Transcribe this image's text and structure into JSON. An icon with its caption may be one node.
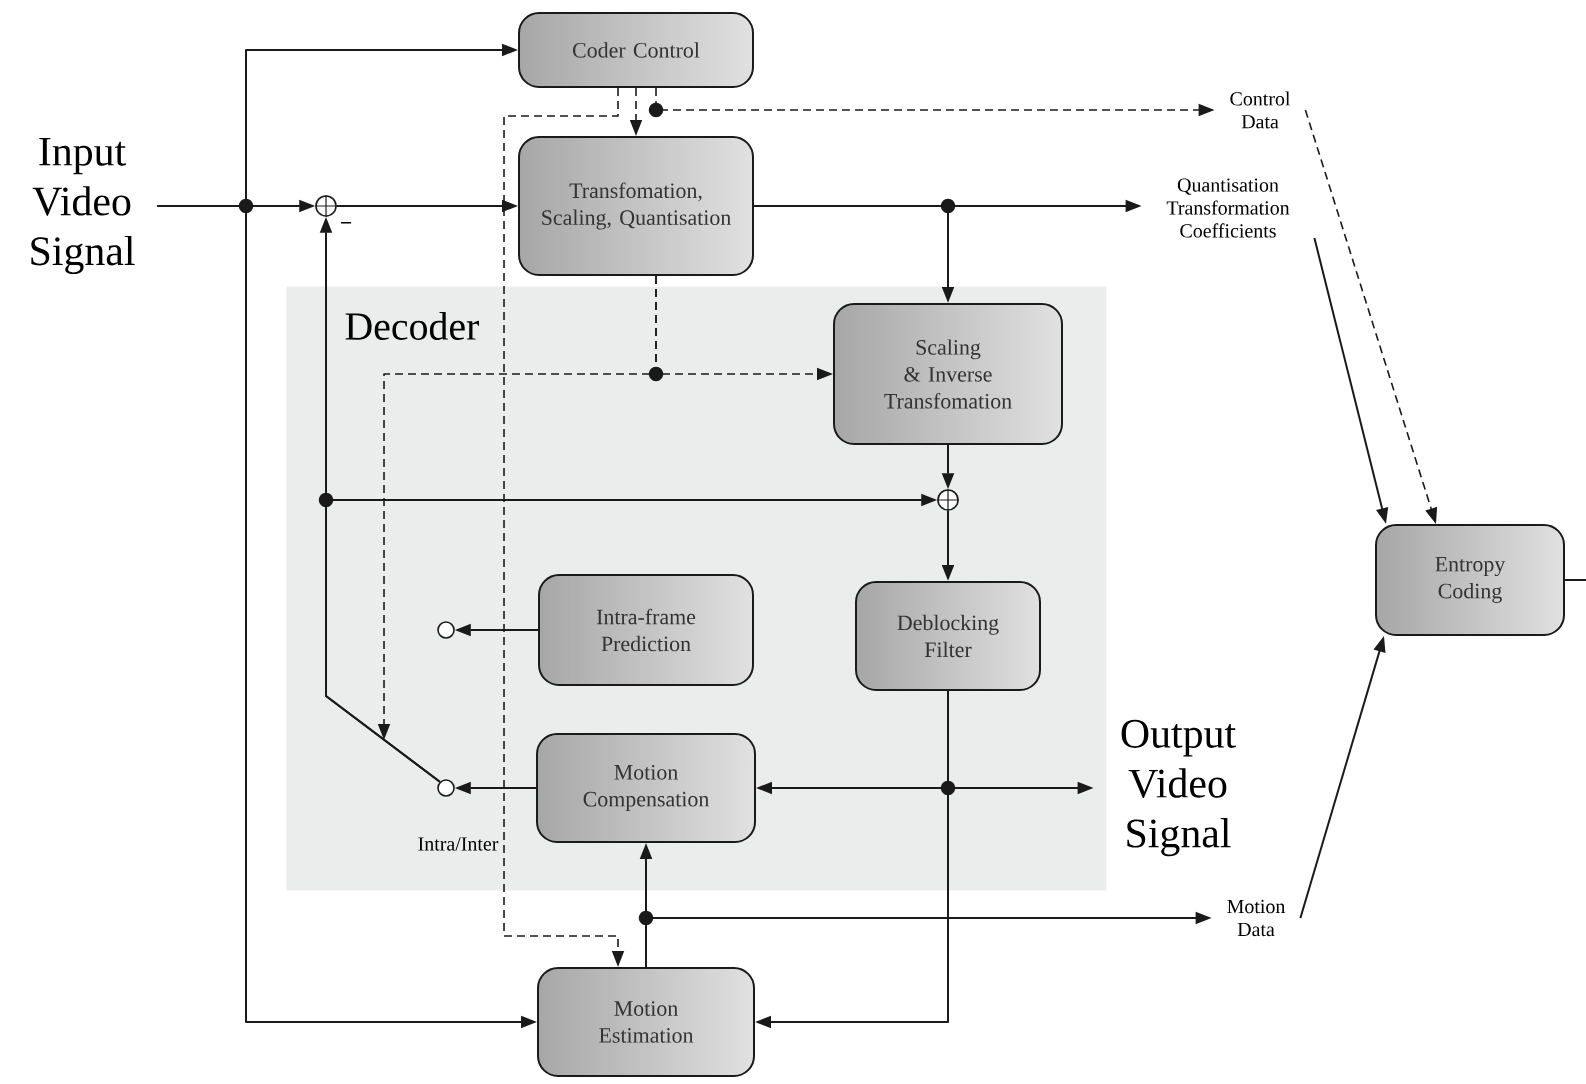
{
  "diagram": {
    "nodes": [
      {
        "text": [
          "Input Video Signal"
        ]
      },
      {
        "text": [
          "Coder Control"
        ]
      },
      {
        "text": [
          "Transfomation, Scaling, Quantisation"
        ]
      },
      {
        "text": [
          "Decoder"
        ]
      },
      {
        "text": [
          "Scaling & Inverse Transfomation"
        ],
        "in": 3
      },
      {
        "text": [
          "Intra-frame Prediction"
        ],
        "in": 3
      },
      {
        "text": [
          "Deblocking Filter"
        ],
        "in": 3
      },
      {
        "text": [
          "Motion Compensation"
        ],
        "in": 3
      },
      {
        "text": [
          "Motion Estimation"
        ]
      },
      {
        "text": [
          "Entropy Coding"
        ]
      },
      {
        "text": [
          "Control Data"
        ]
      },
      {
        "text": [
          "Quantisation Transformation Coefficients"
        ]
      },
      {
        "text": [
          "Output Video Signal"
        ]
      },
      {
        "text": [
          "Motion Data"
        ]
      },
      {
        "text": [],
        "shape": "circle",
        "in": 3
      },
      {
        "text": [],
        "shape": "circle",
        "in": 3
      },
      {
        "text": [],
        "shape": "circle"
      },
      {
        "text": [],
        "shape": "circle",
        "in": 3
      }
    ],
    "edges": [
      {
        "from": 0,
        "to": 16,
        "arrow": "to"
      },
      {
        "from": 0,
        "to": 1,
        "arrow": "to"
      },
      {
        "from": 0,
        "to": 8,
        "arrow": "to"
      },
      {
        "from": 16,
        "to": 2,
        "arrow": "to"
      },
      {
        "from": 2,
        "to": 11,
        "arrow": "to"
      },
      {
        "from": 2,
        "to": 4,
        "arrow": "to"
      },
      {
        "from": 11,
        "to": 9,
        "arrow": "to"
      },
      {
        "from": 1,
        "to": 10,
        "arrow": "to",
        "style": "dashed"
      },
      {
        "from": 10,
        "to": 9,
        "arrow": "to",
        "style": "dashed"
      },
      {
        "from": 1,
        "to": 2,
        "arrow": "to",
        "style": "dashed"
      },
      {
        "from": 1,
        "to": 8,
        "arrow": "to",
        "style": "dashed"
      },
      {
        "from": 2,
        "to": 4,
        "arrow": "to",
        "style": "dashed"
      },
      {
        "from": 2,
        "to": null,
        "arrow": "to",
        "style": "dashed"
      },
      {
        "from": 4,
        "to": 17,
        "arrow": "to"
      },
      {
        "from": 15,
        "to": 16,
        "arrow": "to"
      },
      {
        "from": 15,
        "to": 17,
        "arrow": "to"
      },
      {
        "from": 17,
        "to": 6,
        "arrow": "to"
      },
      {
        "from": 6,
        "to": 12,
        "arrow": "to"
      },
      {
        "from": 6,
        "to": 7,
        "arrow": "to"
      },
      {
        "from": 6,
        "to": 8,
        "arrow": "to"
      },
      {
        "from": 5,
        "to": 14,
        "arrow": "to"
      },
      {
        "from": 7,
        "to": 15,
        "arrow": "to"
      },
      {
        "from": 8,
        "to": 7,
        "arrow": "to"
      },
      {
        "from": 8,
        "to": 13,
        "arrow": "to"
      },
      {
        "from": 13,
        "to": 9,
        "arrow": "to"
      },
      {
        "from": 9,
        "to": null,
        "arrow": "none"
      }
    ],
    "labels": [
      "−",
      "Intra/Inter"
    ]
  }
}
